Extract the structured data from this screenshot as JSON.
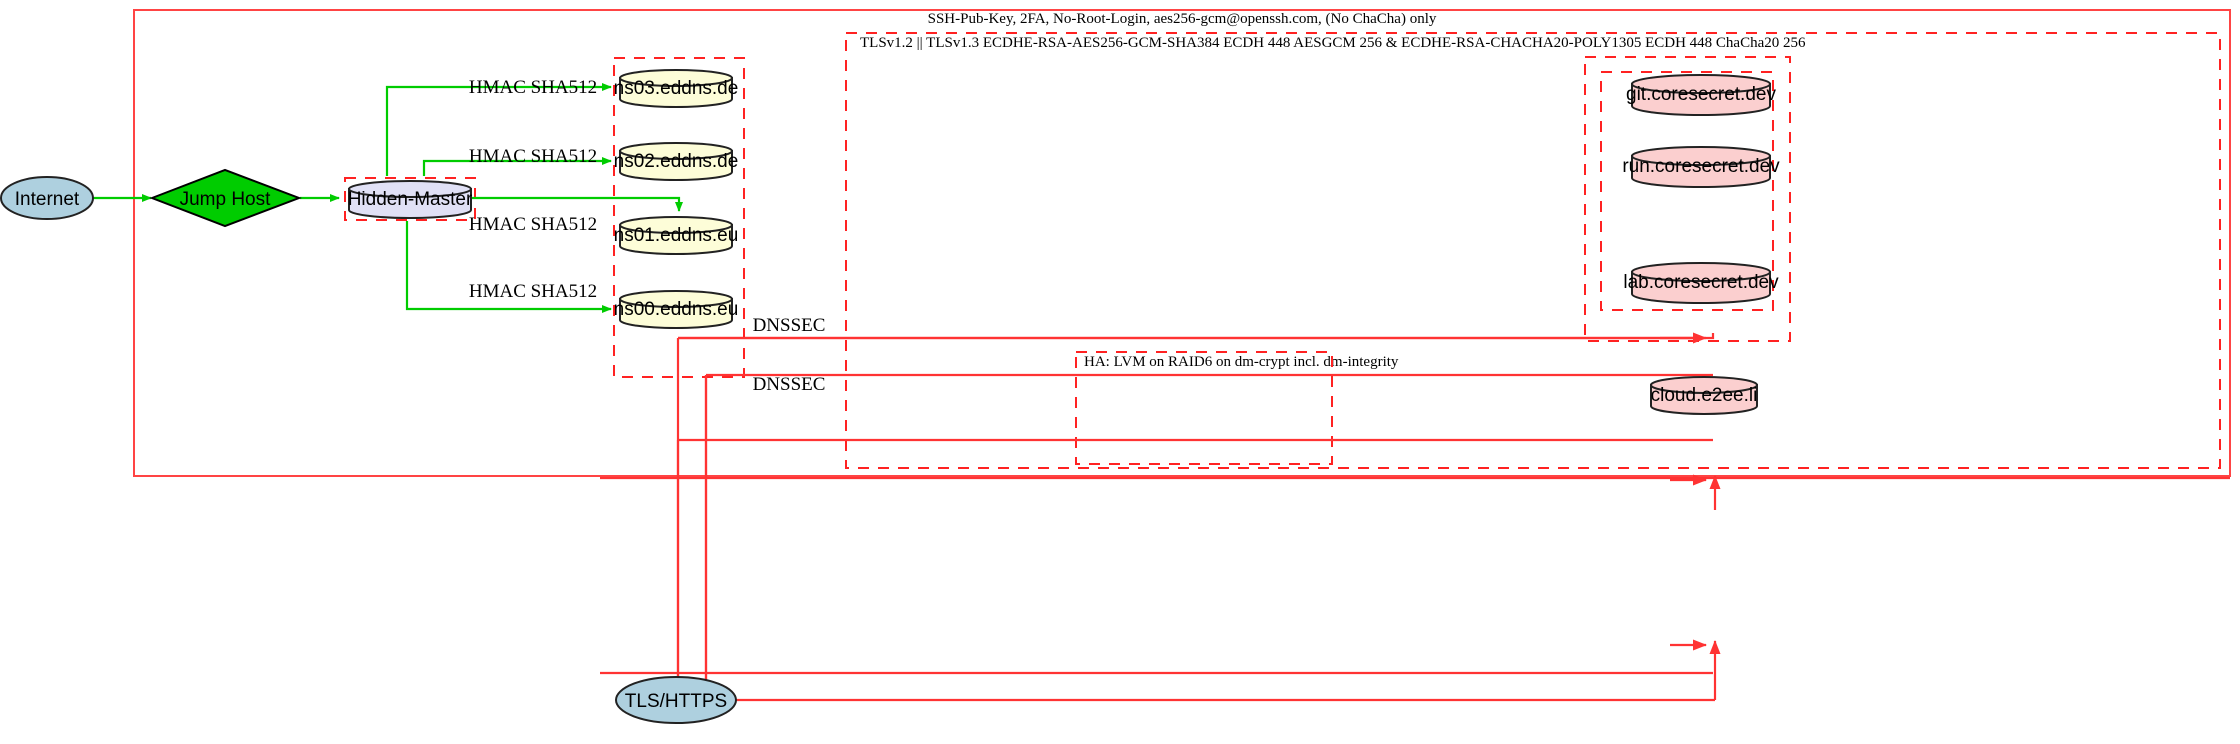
{
  "diagram": {
    "title": "Network security architecture diagram",
    "clusters": {
      "ssh_outer_label": "SSH-Pub-Key, 2FA, No-Root-Login, aes256-gcm@openssh.com, (No ChaCha) only",
      "tls_label": "TLSv1.2 || TLSv1.3 ECDHE-RSA-AES256-GCM-SHA384 ECDH 448 AESGCM 256 & ECDHE-RSA-CHACHA20-POLY1305 ECDH 448 ChaCha20 256",
      "ha_label": "HA: LVM on RAID6 on dm-crypt incl. dm-integrity"
    },
    "nodes": {
      "internet": "Internet",
      "jump_host": "Jump Host",
      "hidden_master": "Hidden-Master",
      "ns03": "ns03.eddns.de",
      "ns02": "ns02.eddns.de",
      "ns01": "ns01.eddns.eu",
      "ns00": "ns00.eddns.eu",
      "git": "git.coresecret.dev",
      "run": "run.coresecret.dev",
      "lab": "lab.coresecret.dev",
      "cloud": "cloud.e2ee.li",
      "tls_https": "TLS/HTTPS"
    },
    "edge_labels": {
      "hmac_ns03": "HMAC SHA512",
      "hmac_ns02": "HMAC SHA512",
      "hmac_ns01": "HMAC SHA512",
      "hmac_ns00": "HMAC SHA512",
      "dnssec_upper": "DNSSEC",
      "dnssec_lower": "DNSSEC"
    },
    "colors": {
      "cluster_border": "#ff3333",
      "secure_edge": "#00cc00",
      "dnssec_edge": "#ff3333",
      "db_fill": "#fdfdd8",
      "service_fill": "#fbcfcf",
      "master_fill": "#e0e0f5",
      "network_fill": "#aed0df",
      "jump_fill": "#00cc00"
    }
  }
}
